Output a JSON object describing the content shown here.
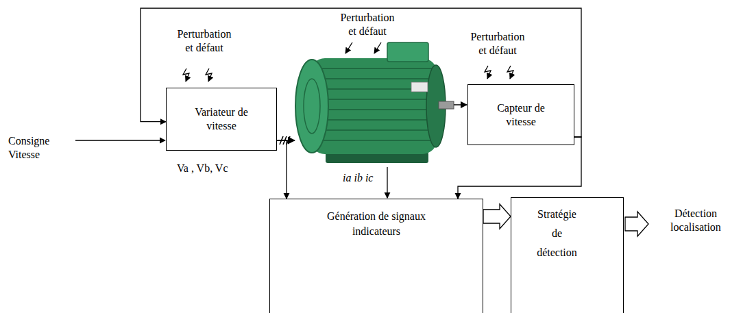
{
  "diagram": {
    "nodes": [
      {
        "text": [
          "Variateur de vitesse"
        ]
      },
      {
        "text": [
          "Capteur de vitesse"
        ]
      },
      {
        "text": [
          "Génération de signaux indicateurs"
        ]
      },
      {
        "text": [
          "Stratégie de détection"
        ]
      }
    ],
    "edges": [
      {
        "from": 1,
        "to": 0,
        "arrow": "to"
      },
      {
        "from": 0,
        "to": 2,
        "arrow": "to"
      },
      {
        "from": 1,
        "to": 2,
        "arrow": "to"
      },
      {
        "from": 2,
        "to": 3,
        "arrow": "to"
      }
    ],
    "labels": [
      "Consigne Vitesse",
      "Perturbation et défaut",
      "Perturbation et défaut",
      "Perturbation et défaut",
      "Va , Vb, Vc",
      "ia ib ic",
      "Détection localisation"
    ]
  }
}
